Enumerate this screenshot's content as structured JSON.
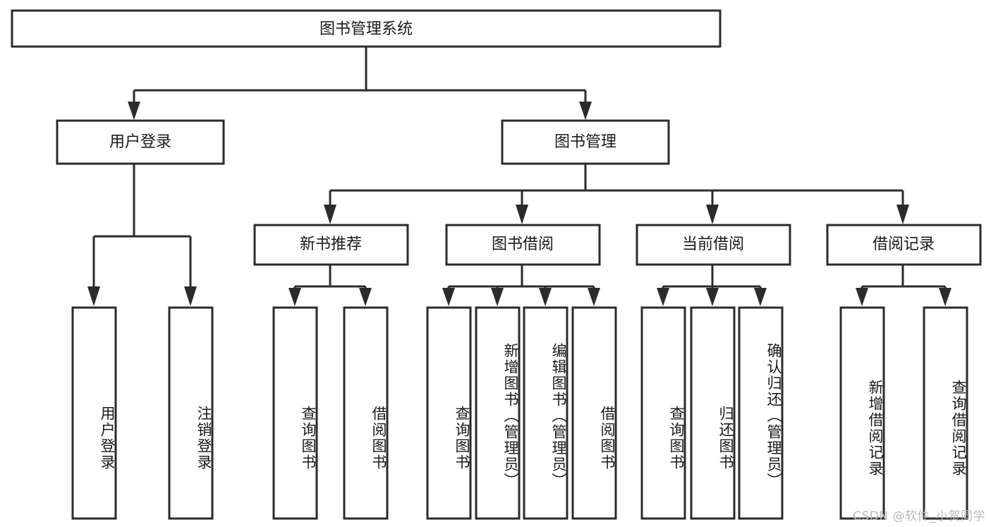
{
  "diagram": {
    "type": "hierarchy-tree",
    "title": "图书管理系统",
    "root": {
      "id": "root",
      "label": "图书管理系统",
      "level": 1
    },
    "level2": [
      {
        "id": "user-login",
        "label": "用户登录"
      },
      {
        "id": "book-management",
        "label": "图书管理"
      }
    ],
    "level3": [
      {
        "id": "new-book-recommend",
        "label": "新书推荐",
        "parent": "book-management"
      },
      {
        "id": "book-borrow",
        "label": "图书借阅",
        "parent": "book-management"
      },
      {
        "id": "current-borrow",
        "label": "当前借阅",
        "parent": "book-management"
      },
      {
        "id": "borrow-record",
        "label": "借阅记录",
        "parent": "book-management"
      }
    ],
    "leaves": [
      {
        "id": "leaf-user-login",
        "label": "用户登录",
        "parent": "user-login"
      },
      {
        "id": "leaf-logout-login",
        "label": "注销登录",
        "parent": "user-login"
      },
      {
        "id": "leaf-query-book-1",
        "label": "查询图书",
        "parent": "new-book-recommend"
      },
      {
        "id": "leaf-borrow-book-1",
        "label": "借阅图书",
        "parent": "new-book-recommend"
      },
      {
        "id": "leaf-query-book-2",
        "label": "查询图书",
        "parent": "book-borrow"
      },
      {
        "id": "leaf-add-book",
        "label": "新增图书（管理员）",
        "parent": "book-borrow"
      },
      {
        "id": "leaf-edit-book",
        "label": "编辑图书（管理员）",
        "parent": "book-borrow"
      },
      {
        "id": "leaf-borrow-book-2",
        "label": "借阅图书",
        "parent": "book-borrow"
      },
      {
        "id": "leaf-query-book-3",
        "label": "查询图书",
        "parent": "current-borrow"
      },
      {
        "id": "leaf-return-book",
        "label": "归还图书",
        "parent": "current-borrow"
      },
      {
        "id": "leaf-confirm-return",
        "label": "确认归还（管理员）",
        "parent": "current-borrow"
      },
      {
        "id": "leaf-add-record",
        "label": "新增借阅记录",
        "parent": "borrow-record"
      },
      {
        "id": "leaf-query-record",
        "label": "查询借阅记录",
        "parent": "borrow-record"
      }
    ],
    "colors": {
      "box_stroke": "#2b2b2b",
      "box_fill": "#ffffff",
      "text": "#1a1a1a",
      "connector": "#2b2b2b",
      "background": "#ffffff",
      "watermark": "#b9b9b9"
    }
  },
  "watermark": {
    "text": "CSDN @软件_小贺同学"
  }
}
